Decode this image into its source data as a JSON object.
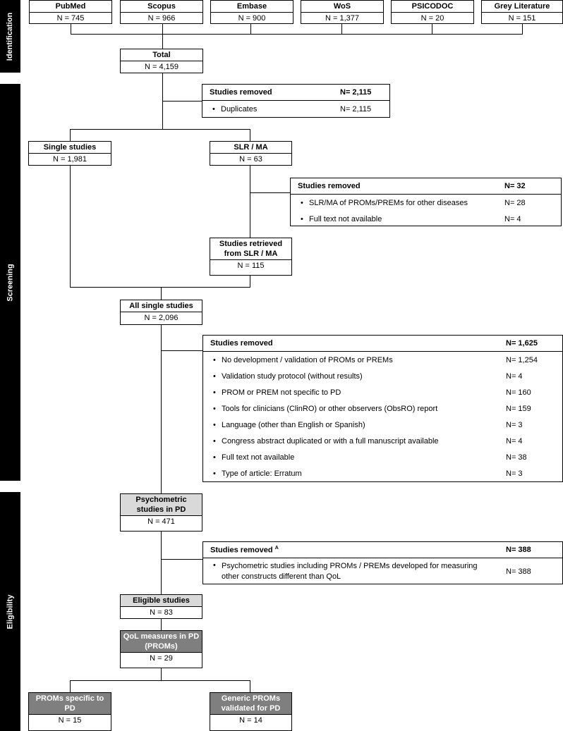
{
  "phases": {
    "identification": "Identification",
    "screening": "Screening",
    "eligibility": "Eligibility"
  },
  "sources": [
    {
      "name": "PubMed",
      "n": "N = 745"
    },
    {
      "name": "Scopus",
      "n": "N = 966"
    },
    {
      "name": "Embase",
      "n": "N = 900"
    },
    {
      "name": "WoS",
      "n": "N = 1,377"
    },
    {
      "name": "PSICODOC",
      "n": "N = 20"
    },
    {
      "name": "Grey Literature",
      "n": "N = 151"
    }
  ],
  "total": {
    "title": "Total",
    "n": "N = 4,159"
  },
  "removed1": {
    "title": "Studies removed",
    "n": "N= 2,115",
    "items": [
      {
        "label": "Duplicates",
        "n": "N= 2,115"
      }
    ]
  },
  "single": {
    "title": "Single studies",
    "n": "N = 1,981"
  },
  "slr": {
    "title": "SLR / MA",
    "n": "N = 63"
  },
  "removed2": {
    "title": "Studies removed",
    "n": "N= 32",
    "items": [
      {
        "label": "SLR/MA of PROMs/PREMs for other diseases",
        "n": "N= 28"
      },
      {
        "label": "Full text not available",
        "n": "N= 4"
      }
    ]
  },
  "retrieved": {
    "title_line1": "Studies retrieved",
    "title_line2": "from SLR / MA",
    "n": "N = 115"
  },
  "all_single": {
    "title": "All single studies",
    "n": "N = 2,096"
  },
  "removed3": {
    "title": "Studies removed",
    "n": "N= 1,625",
    "items": [
      {
        "label": "No development / validation of PROMs or PREMs",
        "n": "N= 1,254"
      },
      {
        "label": "Validation study protocol (without results)",
        "n": "N= 4"
      },
      {
        "label": "PROM or PREM not specific to PD",
        "n": "N= 160"
      },
      {
        "label": "Tools for clinicians (ClinRO) or other observers (ObsRO) report",
        "n": "N= 159"
      },
      {
        "label": "Language (other than English or Spanish)",
        "n": "N= 3"
      },
      {
        "label": "Congress abstract duplicated or with a full manuscript available",
        "n": "N= 4"
      },
      {
        "label": "Full text not available",
        "n": "N= 38"
      },
      {
        "label": "Type of article: Erratum",
        "n": "N= 3"
      }
    ]
  },
  "psychometric": {
    "title_line1": "Psychometric",
    "title_line2": "studies in PD",
    "n": "N = 471"
  },
  "removed4": {
    "title": "Studies removed",
    "sup": "A",
    "n": "N= 388",
    "items": [
      {
        "label_line1": "Psychometric studies including PROMs / PREMs developed for measuring",
        "label_line2": "other constructs different than QoL",
        "n": "N= 388"
      }
    ]
  },
  "eligible": {
    "title": "Eligible studies",
    "n": "N = 83"
  },
  "qol": {
    "title_line1": "QoL measures in PD",
    "title_line2": "(PROMs)",
    "n": "N = 29"
  },
  "specific": {
    "title_line1": "PROMs specific to",
    "title_line2": "PD",
    "n": "N = 15"
  },
  "generic": {
    "title_line1": "Generic PROMs",
    "title_line2": "validated for PD",
    "n": "N = 14"
  },
  "bullet": "•"
}
